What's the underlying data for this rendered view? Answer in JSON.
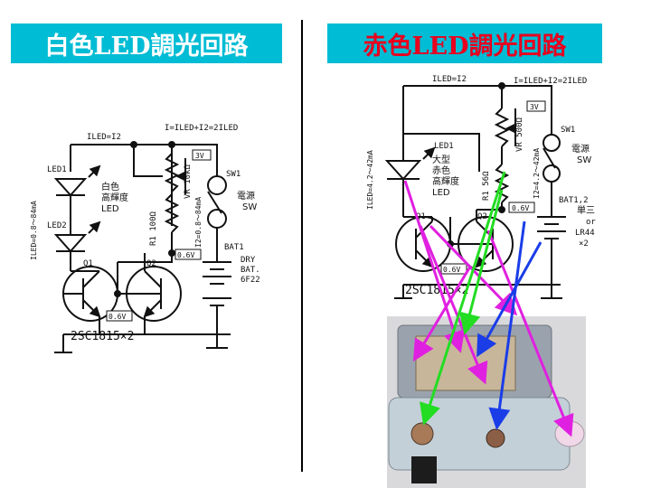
{
  "left": {
    "title": "白色LED調光回路",
    "labels": {
      "iled_top": "ILED=I2",
      "i_top": "I=ILED+I2=2ILED",
      "led1": "LED1",
      "led2": "LED2",
      "led_desc": [
        "白色",
        "高輝度",
        "LED"
      ],
      "iled_side": "ILED=0.8～84mA",
      "vr": "VR 10kΩ",
      "r1": "R1 100Ω",
      "i2_side": "I2=0.8～84mA",
      "v3": "3V",
      "sw1": "SW1",
      "sw_desc": [
        "電源",
        "SW"
      ],
      "bat1": "BAT1",
      "bat_desc": [
        "DRY",
        "BAT.",
        "6F22"
      ],
      "q1": "Q1",
      "q2": "Q2",
      "v06a": "0.6V",
      "v06b": "0.6V",
      "part": "2SC1815×2"
    }
  },
  "right": {
    "title": "赤色LED調光回路",
    "labels": {
      "iled_top": "ILED=I2",
      "i_top": "I=ILED+I2=2ILED",
      "led1": "LED1",
      "led_desc": [
        "大型",
        "赤色",
        "高輝度",
        "LED"
      ],
      "iled_side": "ILED=4.2～42mA",
      "vr": "VR 500Ω",
      "r1": "R1 56Ω",
      "i2_side": "I2=4.2～42mA",
      "v3": "3V",
      "sw1": "SW1",
      "sw_desc": [
        "電源",
        "SW"
      ],
      "bat": "BAT1,2",
      "bat_desc": [
        "単三",
        "or",
        "LR44",
        "×2"
      ],
      "q1": "Q1",
      "q2": "Q2",
      "v06a": "0.6V",
      "v06b": "0.6V",
      "part": "2SC1815×2"
    }
  },
  "colors": {
    "title_bg": "#00bcd4",
    "left_title_text": "#ffffff",
    "right_title_text": "#e8001e",
    "arrow_magenta": "#e020e0",
    "arrow_green": "#22dd22",
    "arrow_blue": "#1a3de8"
  },
  "photo": {
    "description_icon": "circuit-photo"
  }
}
